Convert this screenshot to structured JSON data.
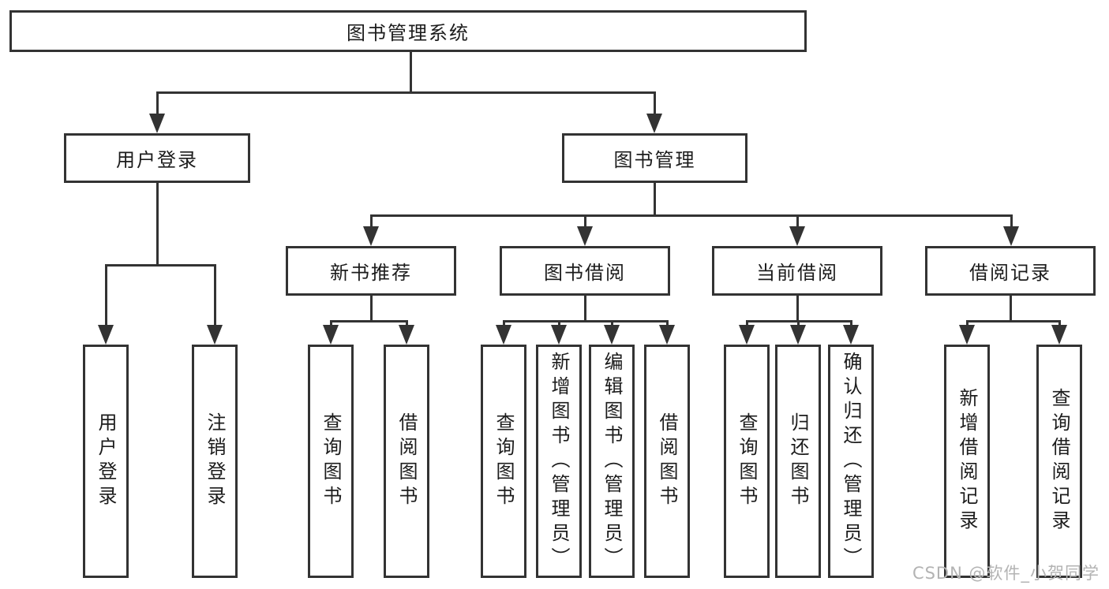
{
  "colors": {
    "line": "#333333",
    "box_fill": "#ffffff",
    "text": "#1c1c1c",
    "watermark": "#b3b3b3",
    "background": "#ffffff"
  },
  "watermark": {
    "text": "CSDN @软件_小贺同学"
  },
  "tree": {
    "root": {
      "label": "图书管理系统"
    },
    "branches": [
      {
        "label": "用户登录",
        "children": [
          {
            "label": "用户登录"
          },
          {
            "label": "注销登录"
          }
        ]
      },
      {
        "label": "图书管理",
        "children": [
          {
            "label": "新书推荐",
            "children": [
              {
                "label": "查询图书"
              },
              {
                "label": "借阅图书"
              }
            ]
          },
          {
            "label": "图书借阅",
            "children": [
              {
                "label": "查询图书"
              },
              {
                "label": "新增图书（管理员）"
              },
              {
                "label": "编辑图书（管理员）"
              },
              {
                "label": "借阅图书"
              }
            ]
          },
          {
            "label": "当前借阅",
            "children": [
              {
                "label": "查询图书"
              },
              {
                "label": "归还图书"
              },
              {
                "label": "确认归还（管理员）"
              }
            ]
          },
          {
            "label": "借阅记录",
            "children": [
              {
                "label": "新增借阅记录"
              },
              {
                "label": "查询借阅记录"
              }
            ]
          }
        ]
      }
    ]
  }
}
